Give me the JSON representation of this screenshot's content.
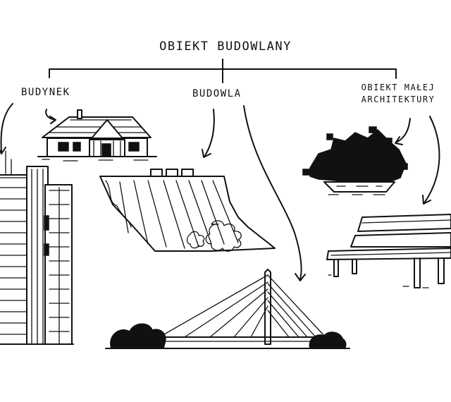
{
  "diagram": {
    "root": "Obiekt budowlany",
    "categories": [
      {
        "id": "budynek",
        "label": "Budynek"
      },
      {
        "id": "budowla",
        "label": "Budowla"
      },
      {
        "id": "obiekt-malej-architektury",
        "label_line1": "Obiekt małej",
        "label_line2": "architektury"
      }
    ],
    "ink_color": "#111111",
    "background_color": "#ffffff"
  }
}
